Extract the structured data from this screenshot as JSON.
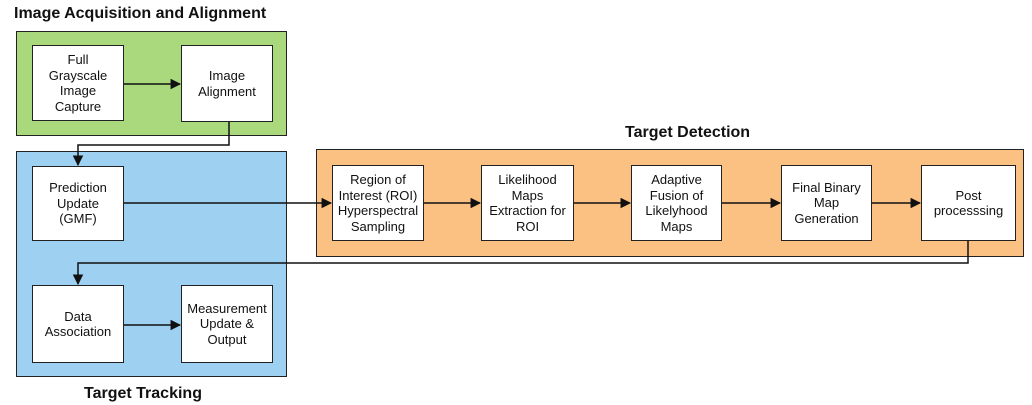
{
  "groups": {
    "acquisition": {
      "title": "Image Acquisition and Alignment",
      "color": "#a9d97c"
    },
    "detection": {
      "title": "Target Detection",
      "color": "#fbc182"
    },
    "tracking": {
      "title": "Target Tracking",
      "color": "#9ed0f2"
    }
  },
  "nodes": {
    "full_capture": "Full\nGrayscale\nImage\nCapture",
    "image_alignment": "Image\nAlignment",
    "prediction_update": "Prediction\nUpdate\n(GMF)",
    "roi_sampling": "Region of\nInterest (ROI)\nHyperspectral\nSampling",
    "likelihood_maps": "Likelihood\nMaps\nExtraction for\nROI",
    "adaptive_fusion": "Adaptive\nFusion of\nLikelyhood\nMaps",
    "final_binary": "Final Binary\nMap\nGeneration",
    "post_processing": "Post\nprocesssing",
    "data_association": "Data\nAssociation",
    "measurement_update": "Measurement\nUpdate &\nOutput"
  }
}
